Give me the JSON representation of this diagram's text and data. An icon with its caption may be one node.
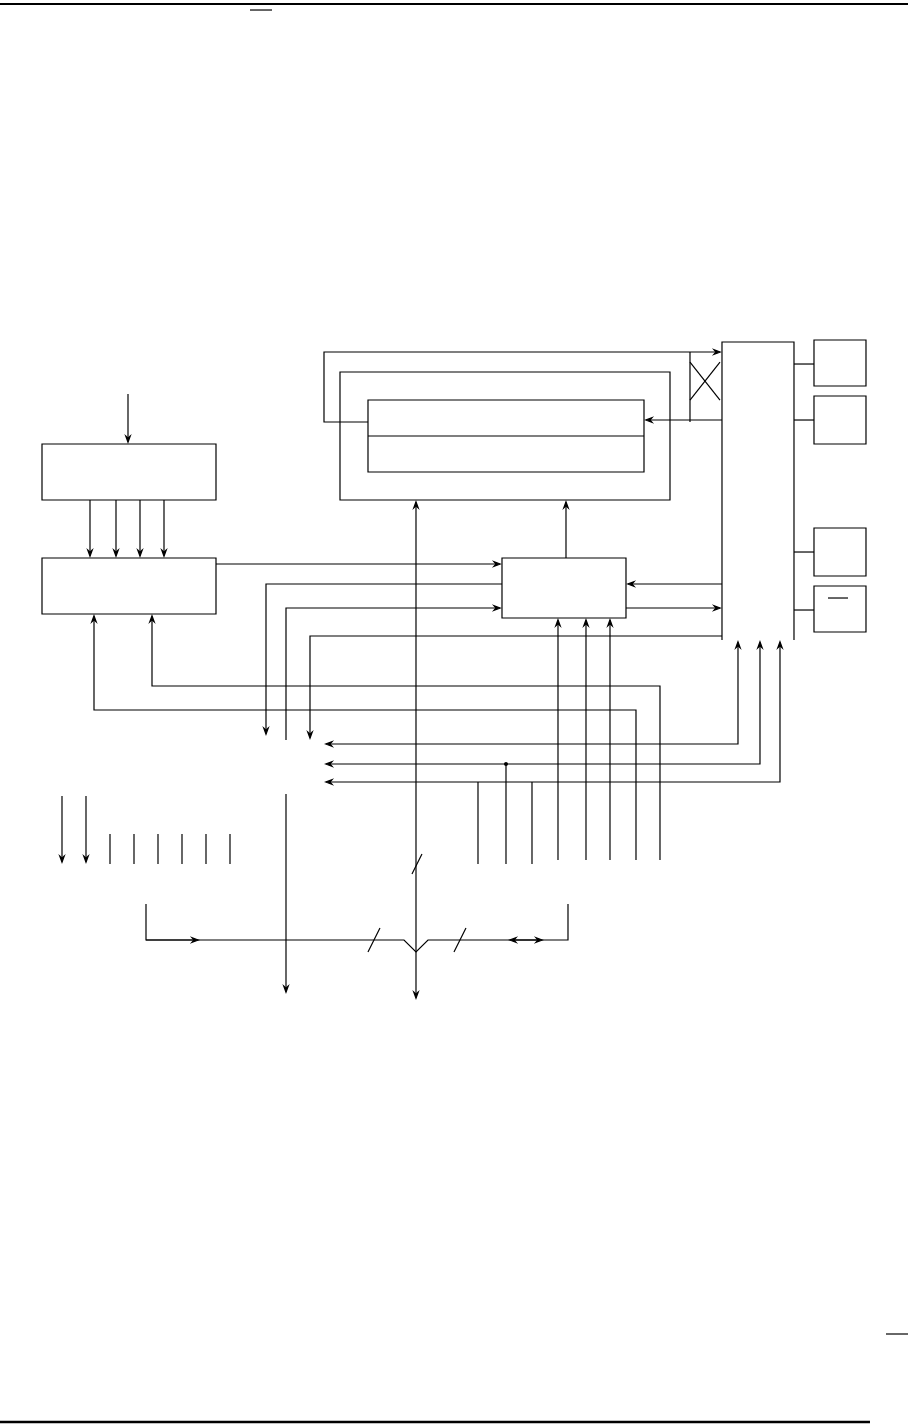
{
  "diagram": {
    "nodes": [
      {
        "text": [],
        "shape": "box"
      },
      {
        "text": [],
        "shape": "box"
      },
      {
        "text": [],
        "shape": "box"
      },
      {
        "text": [],
        "shape": "box",
        "in": 2
      },
      {
        "text": [],
        "shape": "box"
      },
      {
        "text": [],
        "shape": "bar"
      },
      {
        "text": [],
        "shape": "box"
      },
      {
        "text": [],
        "shape": "box"
      },
      {
        "text": [],
        "shape": "box"
      },
      {
        "text": [],
        "shape": "box"
      }
    ],
    "edges": [
      {
        "from": null,
        "to": 0,
        "arrow": "to"
      },
      {
        "from": 0,
        "to": 1,
        "arrow": "to"
      },
      {
        "from": 0,
        "to": 1,
        "arrow": "to"
      },
      {
        "from": 0,
        "to": 1,
        "arrow": "to"
      },
      {
        "from": 0,
        "to": 1,
        "arrow": "to"
      },
      {
        "from": 1,
        "to": 4,
        "arrow": "to"
      },
      {
        "from": 4,
        "to": null,
        "arrow": "to"
      },
      {
        "from": null,
        "to": 4,
        "arrow": "to"
      },
      {
        "from": 5,
        "to": null,
        "arrow": "to"
      },
      {
        "from": 5,
        "to": 4,
        "arrow": "to"
      },
      {
        "from": 4,
        "to": 5,
        "arrow": "to"
      },
      {
        "from": 4,
        "to": 2,
        "arrow": "to"
      },
      {
        "from": 2,
        "to": null,
        "arrow": "both"
      },
      {
        "from": 5,
        "to": 3,
        "arrow": "to"
      },
      {
        "from": 3,
        "to": 5,
        "arrow": "to"
      },
      {
        "from": 5,
        "to": 6,
        "arrow": "none"
      },
      {
        "from": 5,
        "to": 7,
        "arrow": "none"
      },
      {
        "from": 5,
        "to": 8,
        "arrow": "none"
      },
      {
        "from": 5,
        "to": 9,
        "arrow": "none"
      },
      {
        "from": null,
        "to": 5,
        "arrow": "both"
      },
      {
        "from": null,
        "to": 5,
        "arrow": "both"
      },
      {
        "from": null,
        "to": 5,
        "arrow": "both"
      },
      {
        "from": null,
        "to": 4,
        "arrow": "to"
      },
      {
        "from": null,
        "to": 4,
        "arrow": "to"
      },
      {
        "from": null,
        "to": 4,
        "arrow": "to"
      },
      {
        "from": null,
        "to": 1,
        "arrow": "to"
      },
      {
        "from": null,
        "to": 1,
        "arrow": "to"
      }
    ]
  }
}
